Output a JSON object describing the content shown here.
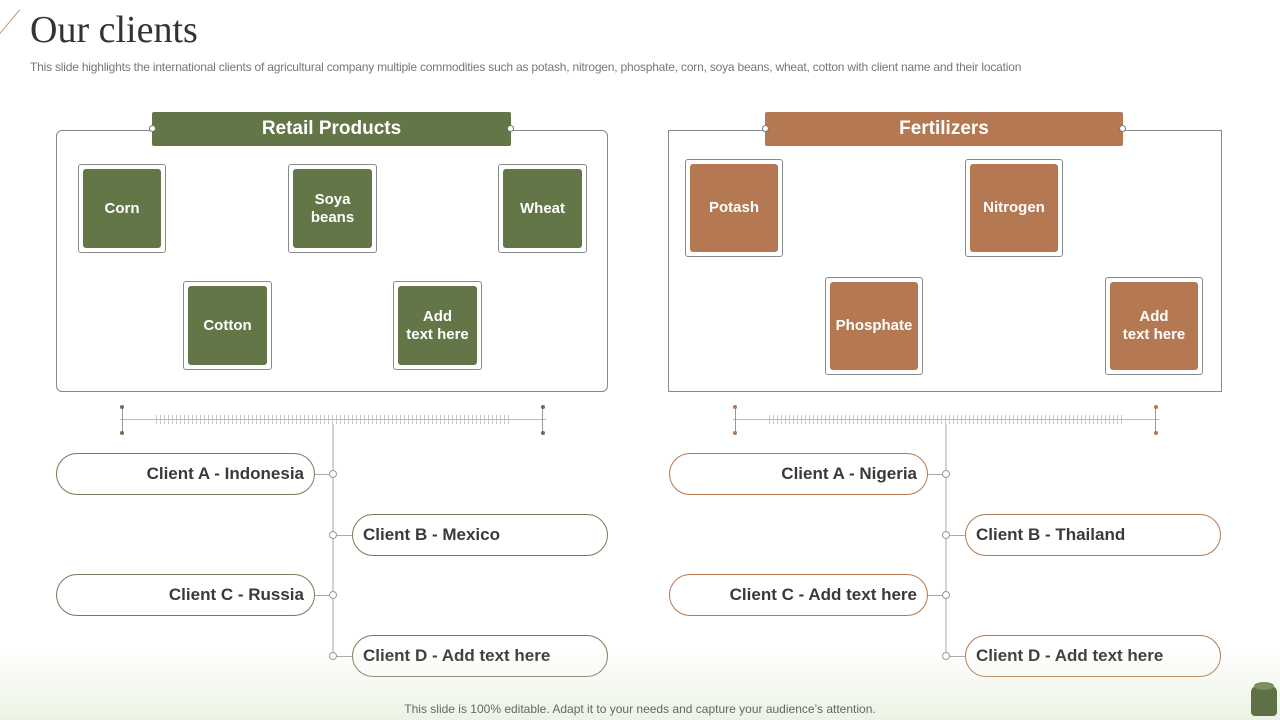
{
  "title": "Our clients",
  "subtitle": "This slide highlights the international clients of agricultural company multiple commodities such as potash, nitrogen, phosphate, corn, soya beans, wheat, cotton with client name and their location",
  "colors": {
    "green": "#637648",
    "brown": "#b47853"
  },
  "retail": {
    "header": "Retail Products",
    "products": [
      "Corn",
      "Soya\nbeans",
      "Wheat",
      "Cotton",
      "Add\ntext here"
    ],
    "clients": [
      "Client A - Indonesia",
      "Client B - Mexico",
      "Client C - Russia",
      "Client D - Add text here"
    ]
  },
  "fertilizers": {
    "header": "Fertilizers",
    "products": [
      "Potash",
      "Nitrogen",
      "Phosphate",
      "Add\ntext here"
    ],
    "clients": [
      "Client A - Nigeria",
      "Client B - Thailand",
      "Client C - Add text here",
      "Client D - Add text here"
    ]
  },
  "footer": "This slide is 100% editable. Adapt it to your needs and capture your audience’s attention."
}
